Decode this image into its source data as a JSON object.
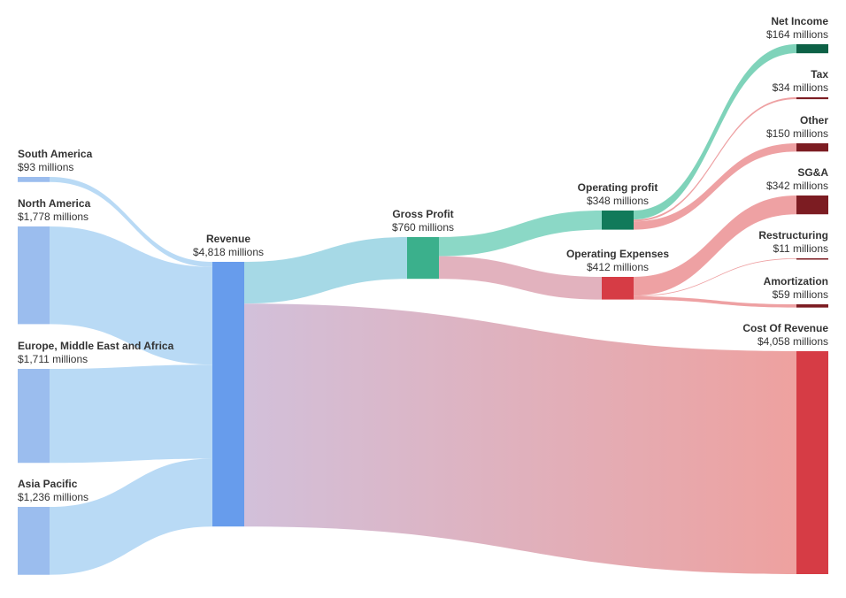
{
  "chart_data": {
    "type": "sankey",
    "unit_suffix": " millions",
    "currency": "$",
    "nodes": [
      {
        "id": "south_america",
        "name": "South America",
        "value": 93,
        "color": "#9bbdee",
        "column": 0
      },
      {
        "id": "north_america",
        "name": "North America",
        "value": 1778,
        "color": "#9bbdee",
        "column": 0
      },
      {
        "id": "emea",
        "name": "Europe, Middle East and Africa",
        "value": 1711,
        "color": "#9bbdee",
        "column": 0
      },
      {
        "id": "apac",
        "name": "Asia Pacific",
        "value": 1236,
        "color": "#9bbdee",
        "column": 0
      },
      {
        "id": "revenue",
        "name": "Revenue",
        "value": 4818,
        "color": "#679cec",
        "column": 1
      },
      {
        "id": "gross_profit",
        "name": "Gross Profit",
        "value": 760,
        "color": "#3bb08c",
        "column": 2
      },
      {
        "id": "operating_profit",
        "name": "Operating profit",
        "value": 348,
        "color": "#117a5a",
        "column": 3
      },
      {
        "id": "operating_expenses",
        "name": "Operating Expenses",
        "value": 412,
        "color": "#d63c45",
        "column": 3
      },
      {
        "id": "net_income",
        "name": "Net Income",
        "value": 164,
        "color": "#0d6146",
        "column": 4
      },
      {
        "id": "tax",
        "name": "Tax",
        "value": 34,
        "color": "#7c1c22",
        "column": 4
      },
      {
        "id": "other",
        "name": "Other",
        "value": 150,
        "color": "#7c1c22",
        "column": 4
      },
      {
        "id": "sga",
        "name": "SG&A",
        "value": 342,
        "color": "#7c1c22",
        "column": 4
      },
      {
        "id": "restructuring",
        "name": "Restructuring",
        "value": 11,
        "color": "#7c1c22",
        "column": 4
      },
      {
        "id": "amortization",
        "name": "Amortization",
        "value": 59,
        "color": "#7c1c22",
        "column": 4
      },
      {
        "id": "cost_of_revenue",
        "name": "Cost Of Revenue",
        "value": 4058,
        "color": "#d63c45",
        "column": 4
      }
    ],
    "links": [
      {
        "source": "south_america",
        "target": "revenue",
        "value": 93,
        "color_from": "#b9daf5",
        "color_to": "#b9daf5"
      },
      {
        "source": "north_america",
        "target": "revenue",
        "value": 1778,
        "color_from": "#b9daf5",
        "color_to": "#b9daf5"
      },
      {
        "source": "emea",
        "target": "revenue",
        "value": 1711,
        "color_from": "#b9daf5",
        "color_to": "#b9daf5"
      },
      {
        "source": "apac",
        "target": "revenue",
        "value": 1236,
        "color_from": "#b9daf5",
        "color_to": "#b9daf5"
      },
      {
        "source": "revenue",
        "target": "gross_profit",
        "value": 760,
        "color_from": "#a6d9e6",
        "color_to": "#a6d9e6"
      },
      {
        "source": "revenue",
        "target": "cost_of_revenue",
        "value": 4058,
        "color_from": "#d2c0da",
        "color_to": "#eea19f"
      },
      {
        "source": "gross_profit",
        "target": "operating_profit",
        "value": 348,
        "color_from": "#8bd8c6",
        "color_to": "#8bd8c6"
      },
      {
        "source": "gross_profit",
        "target": "operating_expenses",
        "value": 412,
        "color_from": "#e2b2be",
        "color_to": "#e2b2be"
      },
      {
        "source": "operating_profit",
        "target": "net_income",
        "value": 164,
        "color_from": "#7fd3ba",
        "color_to": "#7fd3ba"
      },
      {
        "source": "operating_profit",
        "target": "tax",
        "value": 34,
        "color_from": "#eea1a3",
        "color_to": "#eea1a3"
      },
      {
        "source": "operating_profit",
        "target": "other",
        "value": 150,
        "color_from": "#eea1a3",
        "color_to": "#eea1a3"
      },
      {
        "source": "operating_expenses",
        "target": "sga",
        "value": 342,
        "color_from": "#eea1a3",
        "color_to": "#eea1a3"
      },
      {
        "source": "operating_expenses",
        "target": "restructuring",
        "value": 11,
        "color_from": "#eea1a3",
        "color_to": "#eea1a3"
      },
      {
        "source": "operating_expenses",
        "target": "amortization",
        "value": 59,
        "color_from": "#eea1a3",
        "color_to": "#eea1a3"
      }
    ]
  }
}
